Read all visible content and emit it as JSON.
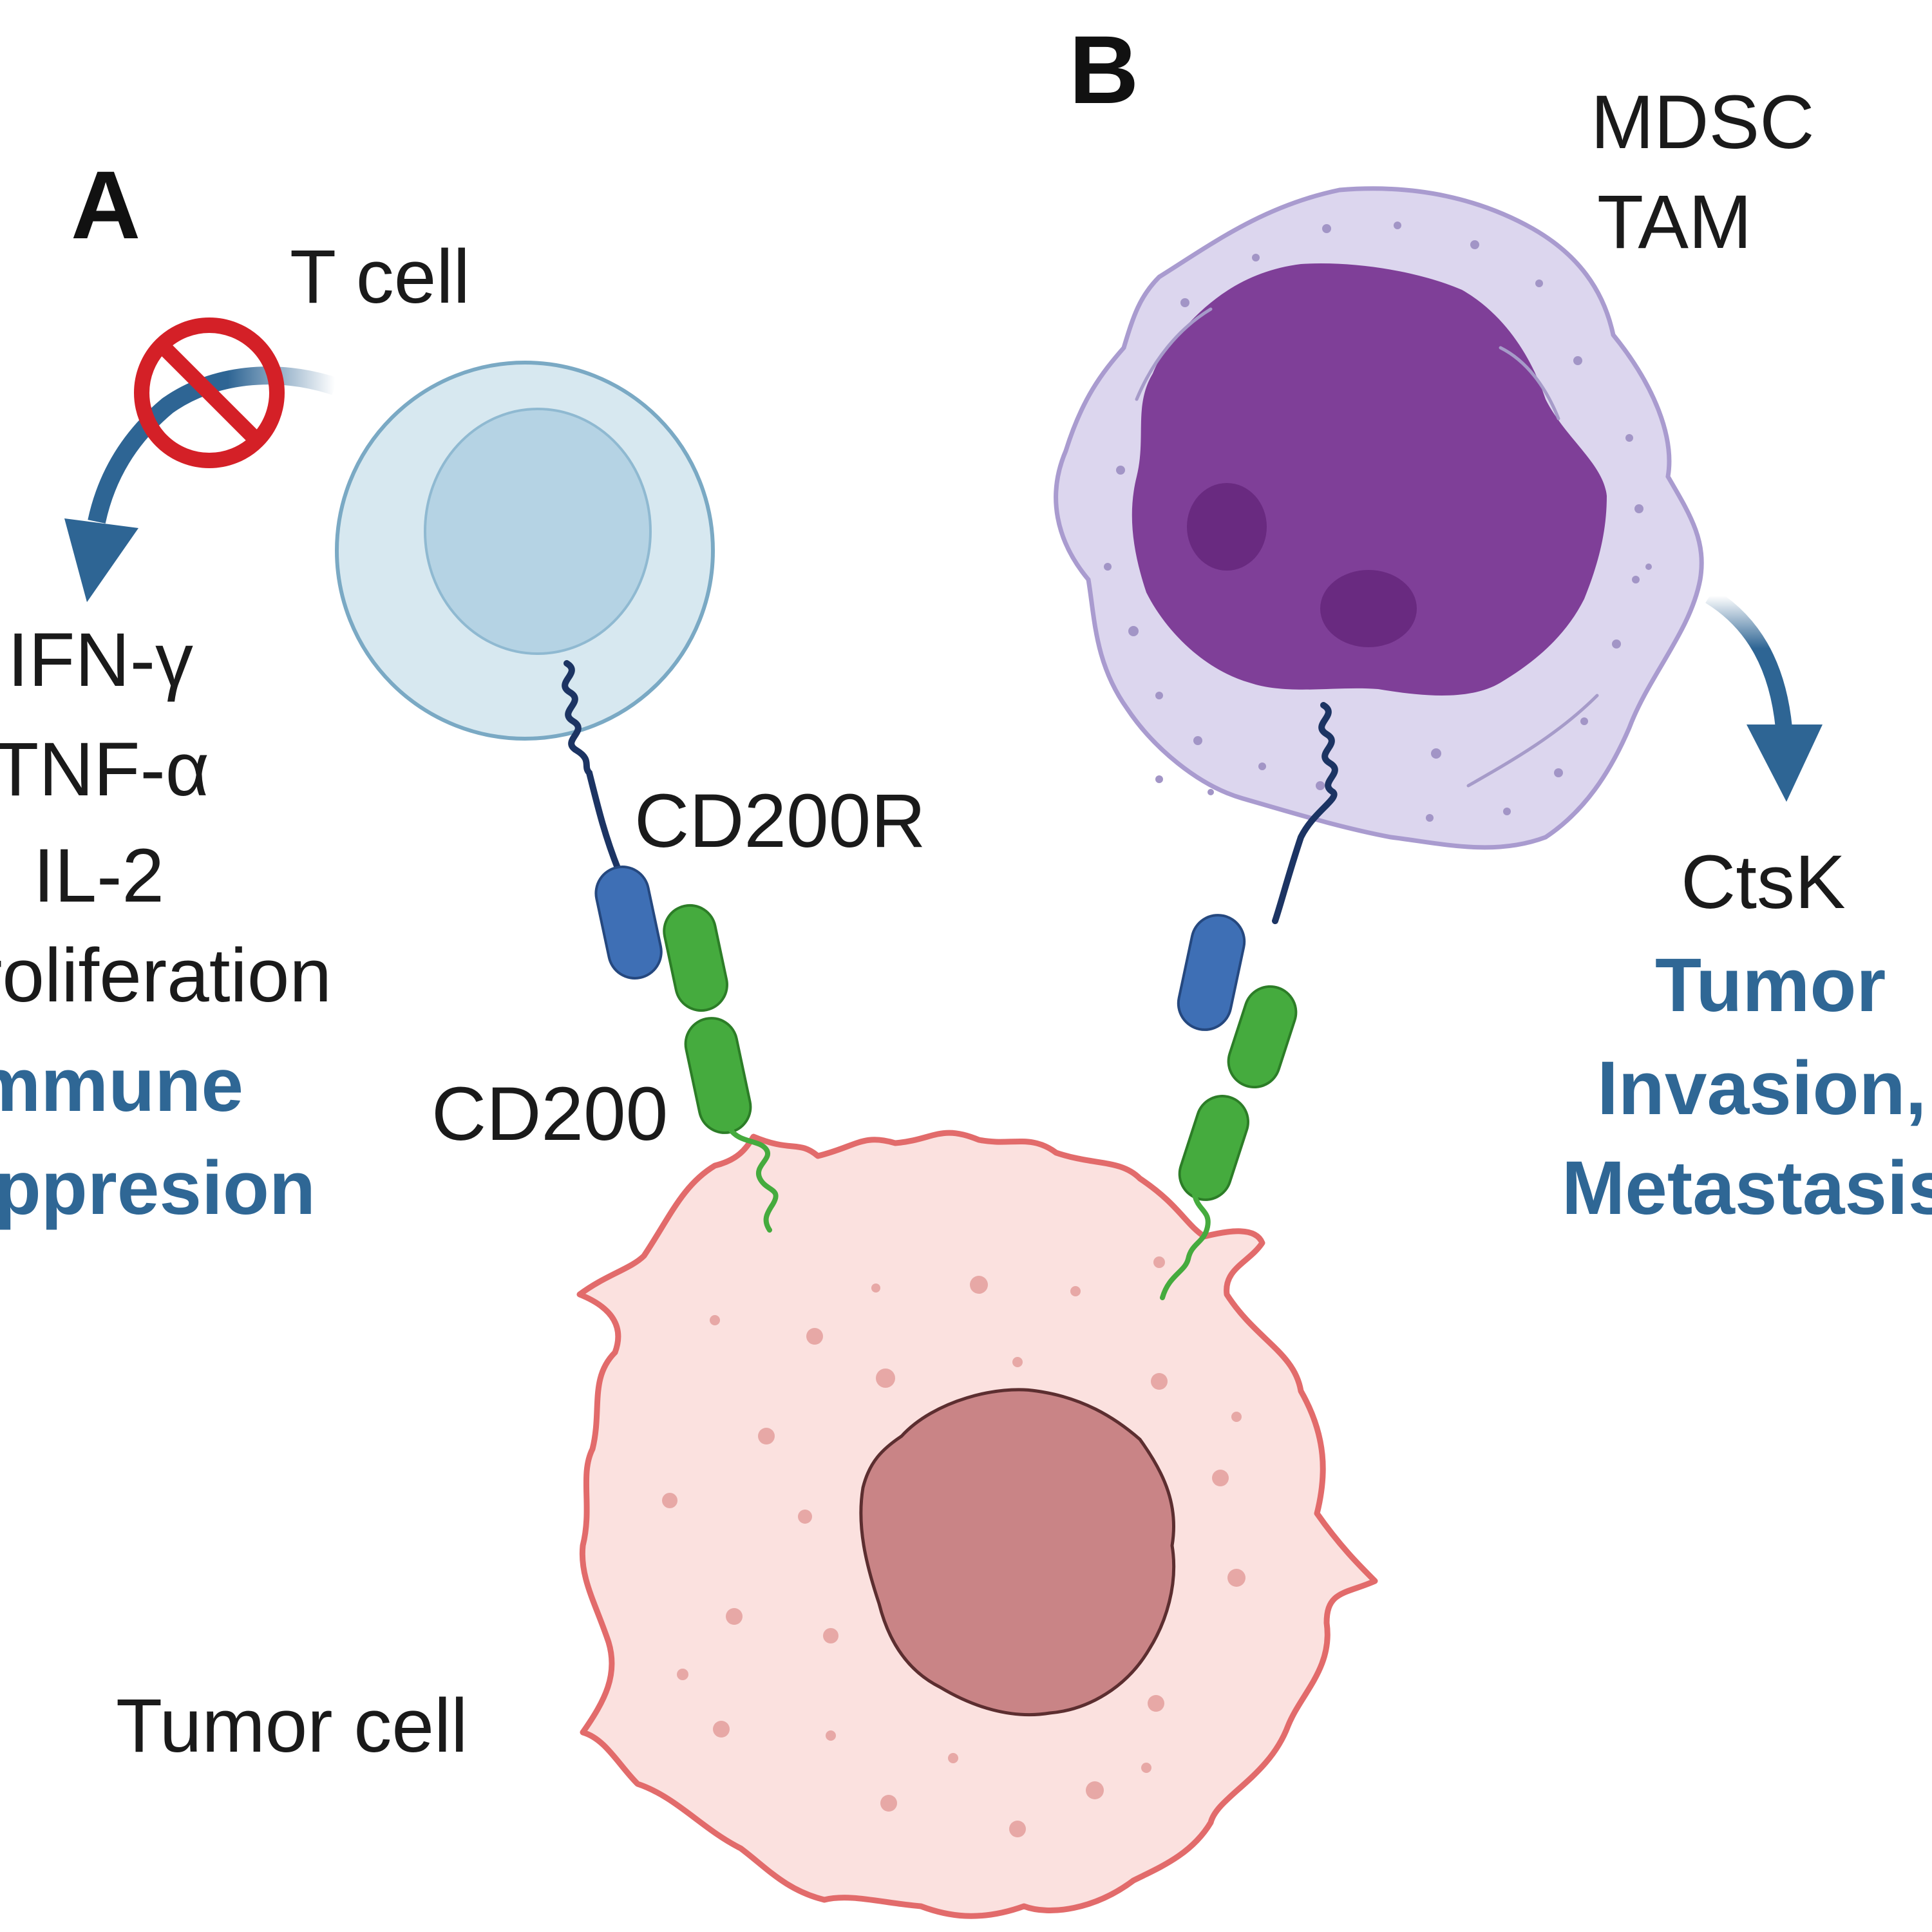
{
  "panels": {
    "a": "A",
    "b": "B"
  },
  "labels": {
    "t_cell": "T cell",
    "mdsc": "MDSC",
    "tam": "TAM",
    "cd200r": "CD200R",
    "cd200": "CD200",
    "tumor_cell": "Tumor cell"
  },
  "left_effects": {
    "cytokines": [
      "IFN-γ",
      "TNF-α",
      "IL-2",
      "Proliferation"
    ],
    "outcome": [
      "Immune",
      "Suppresion"
    ]
  },
  "right_effects": {
    "product": "CtsK",
    "outcome": [
      "Tumor",
      "Invasion,",
      "Metastasis"
    ]
  },
  "colors": {
    "t_cell_fill": "#d7e8f0",
    "t_cell_nucleus": "#b5d3e4",
    "myeloid_fill": "#dcd6ee",
    "myeloid_nucleus": "#7f3f98",
    "tumor_fill": "#fbe1df",
    "tumor_outline": "#e26b6b",
    "tumor_nucleus": "#c98486",
    "receptor_blue": "#3e6fb5",
    "ligand_green": "#45ab3e",
    "arrow_blue": "#2e6594",
    "effect_text": "#2f6795",
    "inhibit_red": "#d42027"
  },
  "icons": [
    "inhibition-icon",
    "curved-arrow-icon"
  ]
}
